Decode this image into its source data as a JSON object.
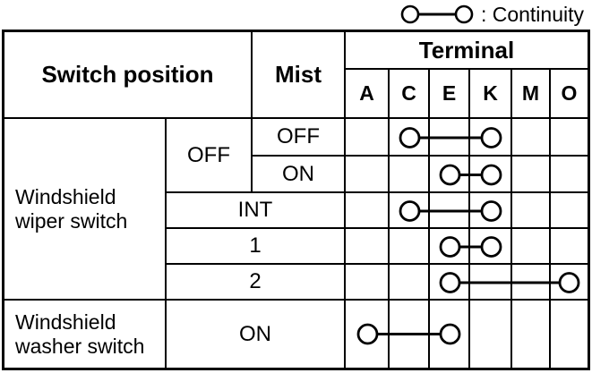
{
  "colors": {
    "ink": "#000000",
    "background": "#ffffff"
  },
  "legend": {
    "label": ": Continuity"
  },
  "table": {
    "header": {
      "switch_position": "Switch position",
      "mist": "Mist",
      "terminal": "Terminal",
      "terminals": [
        "A",
        "C",
        "E",
        "K",
        "M",
        "O"
      ]
    },
    "body": {
      "wiper_label": "Windshield\nwiper switch",
      "washer_label": "Windshield\nwasher switch",
      "off_group_label": "OFF",
      "rows": [
        {
          "group": "wiper",
          "mist": "OFF",
          "continuity": [
            "C",
            "K"
          ]
        },
        {
          "group": "wiper",
          "mist": "ON",
          "continuity": [
            "E",
            "K"
          ]
        },
        {
          "group": "wiper",
          "position": "INT",
          "continuity": [
            "C",
            "K"
          ]
        },
        {
          "group": "wiper",
          "position": "1",
          "continuity": [
            "E",
            "K"
          ]
        },
        {
          "group": "wiper",
          "position": "2",
          "continuity": [
            "E",
            "O"
          ]
        },
        {
          "group": "washer",
          "position": "ON",
          "continuity": [
            "A",
            "E"
          ]
        }
      ]
    }
  }
}
